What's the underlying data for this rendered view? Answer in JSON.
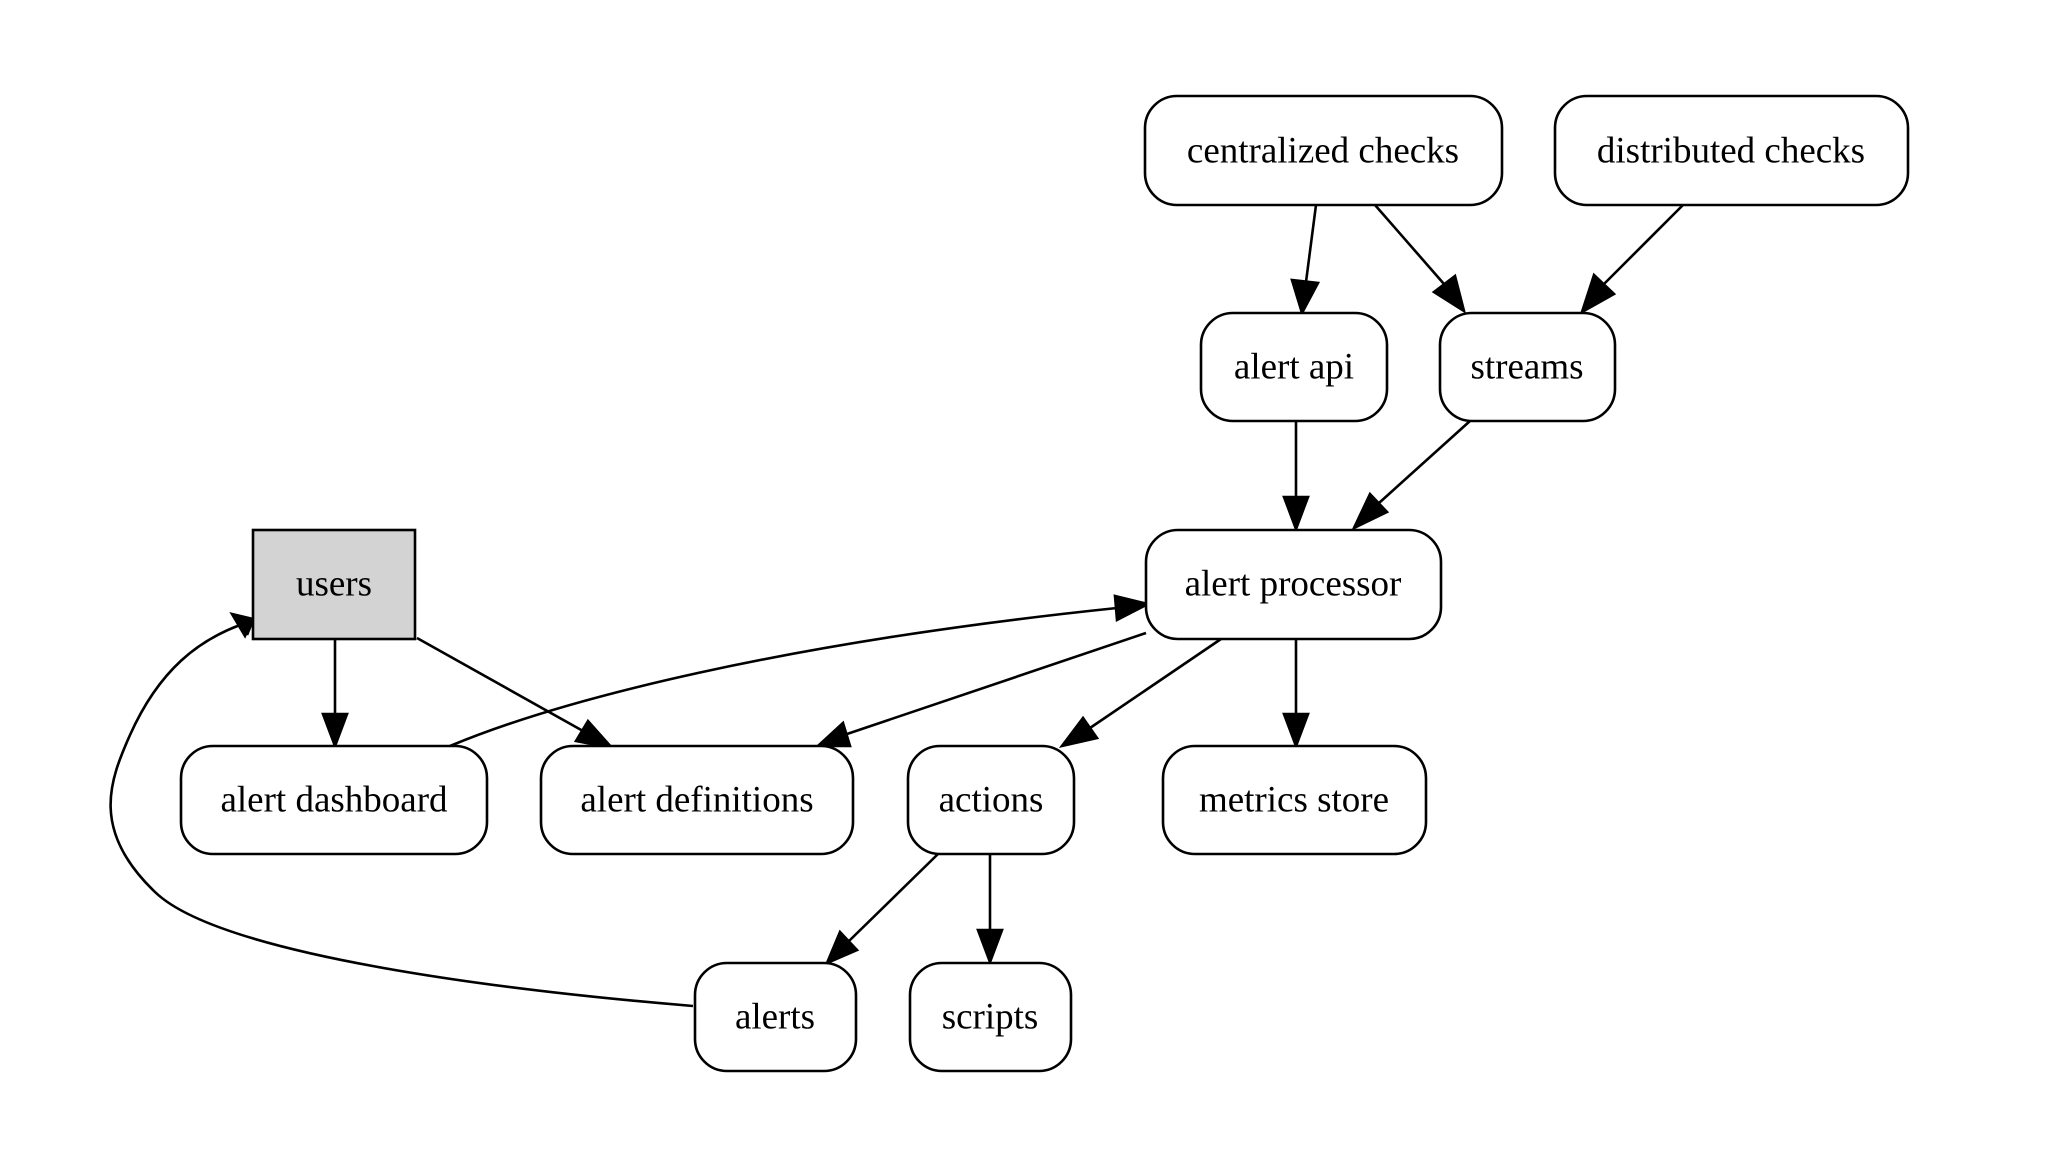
{
  "diagram": {
    "nodes": [
      {
        "id": "centralized_checks",
        "label": "centralized checks",
        "shape": "rounded"
      },
      {
        "id": "distributed_checks",
        "label": "distributed checks",
        "shape": "rounded"
      },
      {
        "id": "alert_api",
        "label": "alert api",
        "shape": "rounded"
      },
      {
        "id": "streams",
        "label": "streams",
        "shape": "rounded"
      },
      {
        "id": "alert_processor",
        "label": "alert processor",
        "shape": "rounded"
      },
      {
        "id": "users",
        "label": "users",
        "shape": "rect",
        "fill": "#d3d3d3"
      },
      {
        "id": "alert_dashboard",
        "label": "alert dashboard",
        "shape": "rounded"
      },
      {
        "id": "alert_definitions",
        "label": "alert definitions",
        "shape": "rounded"
      },
      {
        "id": "actions",
        "label": "actions",
        "shape": "rounded"
      },
      {
        "id": "metrics_store",
        "label": "metrics store",
        "shape": "rounded"
      },
      {
        "id": "alerts",
        "label": "alerts",
        "shape": "rounded"
      },
      {
        "id": "scripts",
        "label": "scripts",
        "shape": "rounded"
      }
    ],
    "edges": [
      {
        "from": "centralized_checks",
        "to": "alert_api"
      },
      {
        "from": "centralized_checks",
        "to": "streams"
      },
      {
        "from": "distributed_checks",
        "to": "streams"
      },
      {
        "from": "alert_api",
        "to": "alert_processor"
      },
      {
        "from": "streams",
        "to": "alert_processor"
      },
      {
        "from": "users",
        "to": "alert_dashboard"
      },
      {
        "from": "users",
        "to": "alert_definitions"
      },
      {
        "from": "alert_dashboard",
        "to": "alert_processor"
      },
      {
        "from": "alert_processor",
        "to": "alert_definitions"
      },
      {
        "from": "alert_processor",
        "to": "actions"
      },
      {
        "from": "alert_processor",
        "to": "metrics_store"
      },
      {
        "from": "actions",
        "to": "alerts"
      },
      {
        "from": "actions",
        "to": "scripts"
      },
      {
        "from": "alerts",
        "to": "users"
      }
    ],
    "colors": {
      "stroke": "#000000",
      "node_fill": "#ffffff",
      "background": "#ffffff"
    }
  }
}
